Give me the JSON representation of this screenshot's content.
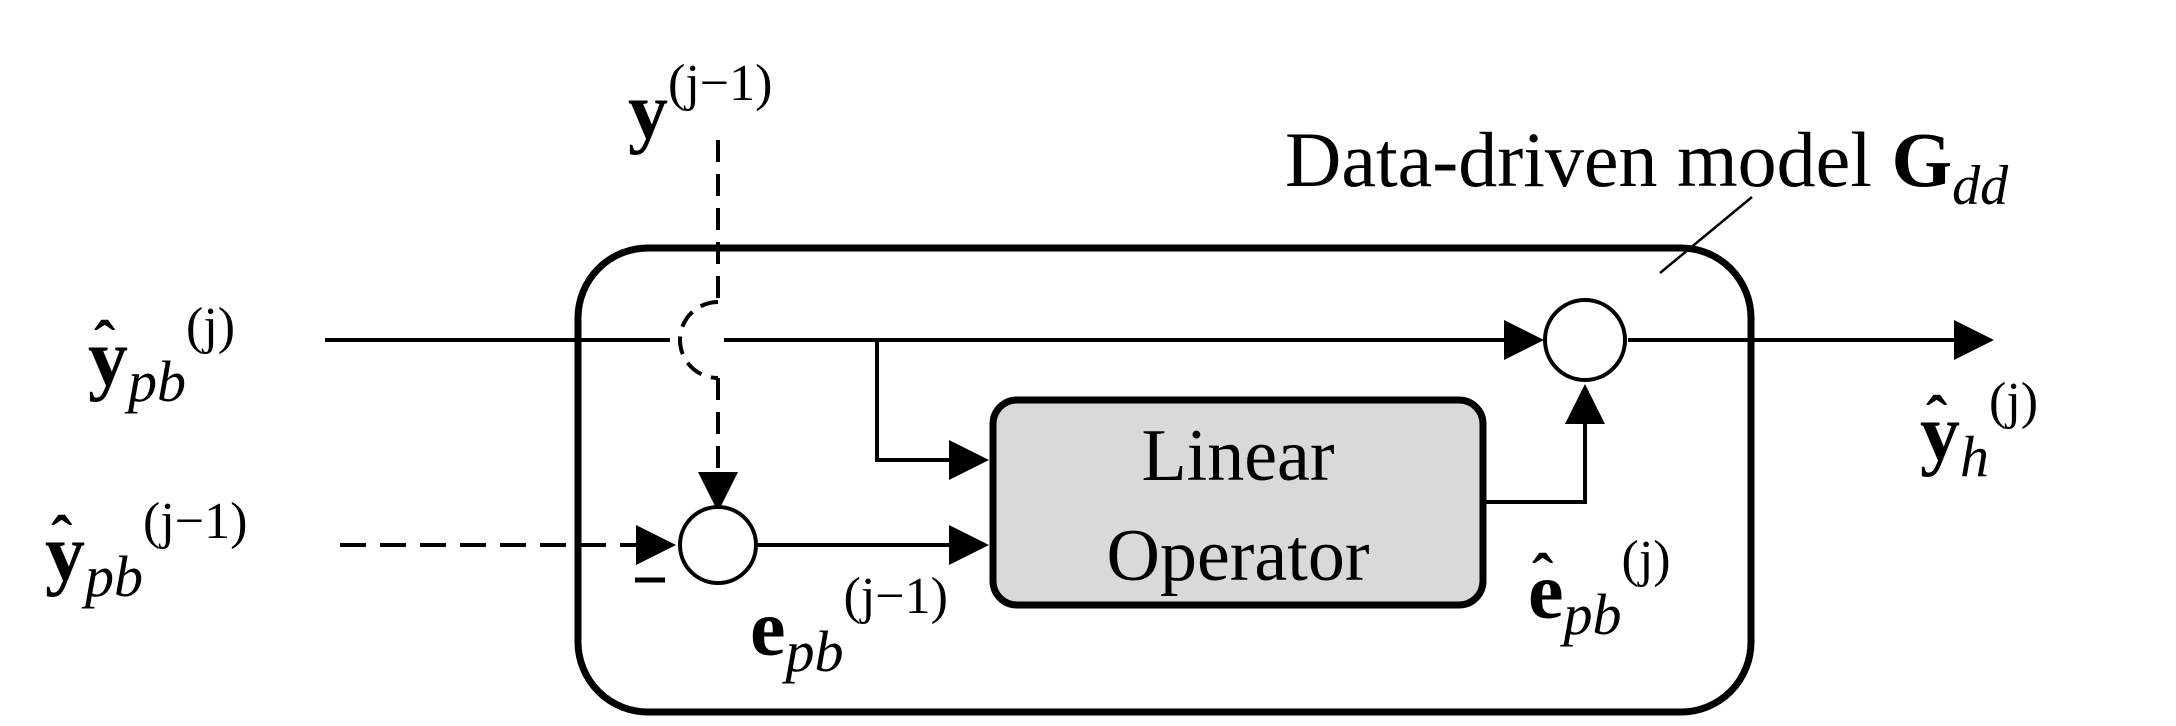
{
  "title": {
    "text": "Data-driven model ",
    "symbol_main": "G",
    "symbol_sub": "dd"
  },
  "signals": {
    "y_prev": {
      "main": "y",
      "sup": "(j−1)"
    },
    "y_pb_hat_j": {
      "hat": "ˆ",
      "main": "y",
      "sub": "pb",
      "sup": "(j)"
    },
    "y_pb_hat_prev": {
      "hat": "ˆ",
      "main": "y",
      "sub": "pb",
      "sup": "(j−1)"
    },
    "y_h_hat_j": {
      "hat": "ˆ",
      "main": "y",
      "sub": "h",
      "sup": "(j)"
    },
    "e_pb_prev": {
      "main": "e",
      "sub": "pb",
      "sup": "(j−1)"
    },
    "e_pb_hat_j": {
      "hat": "ˆ",
      "main": "e",
      "sub": "pb",
      "sup": "(j)"
    }
  },
  "block": {
    "line1": "Linear",
    "line2": "Operator",
    "fill": "#d9d9d9"
  },
  "sum_junction": {
    "minus_sign": "−"
  },
  "colors": {
    "stroke": "#000000",
    "background": "#ffffff"
  }
}
